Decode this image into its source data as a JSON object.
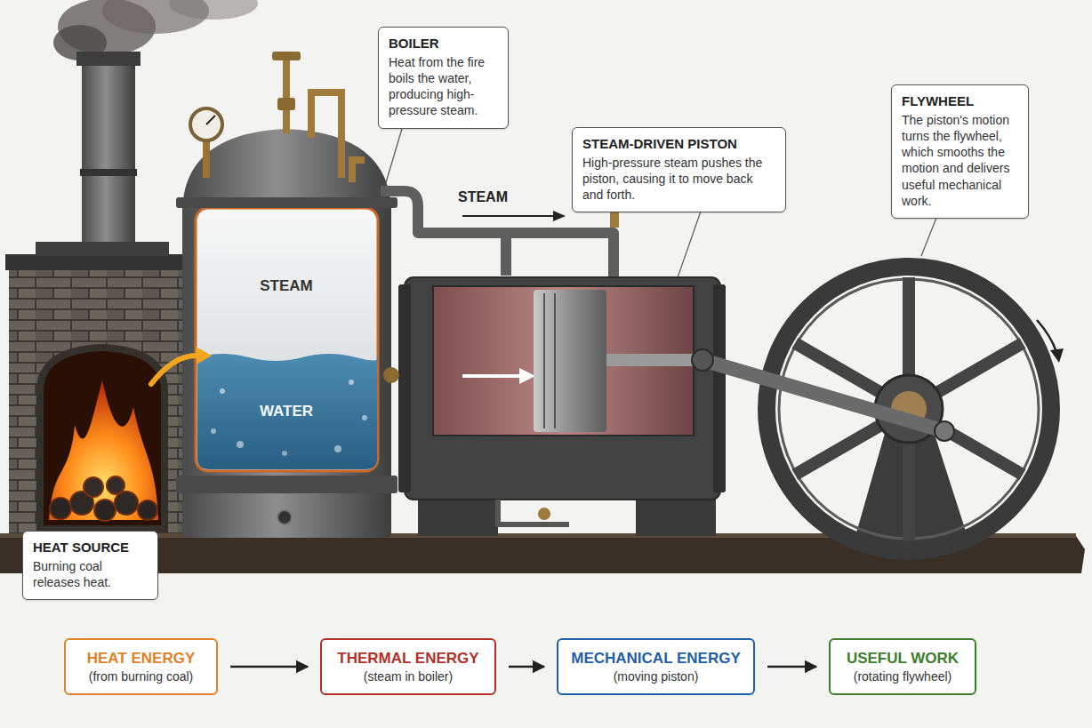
{
  "diagram": {
    "nodes": [
      {
        "text": [
          "BOILER",
          "Heat from the fire boils the water, producing high-pressure steam."
        ]
      },
      {
        "text": [
          "STEAM-DRIVEN PISTON",
          "High-pressure steam pushes the piston, causing it to move back and forth."
        ]
      },
      {
        "text": [
          "FLYWHEEL",
          "The piston's motion turns the flywheel, which smooths the motion and delivers useful mechanical work."
        ]
      },
      {
        "text": [
          "HEAT SOURCE",
          "Burning coal releases heat."
        ]
      },
      {
        "text": [
          "HEAT ENERGY",
          "(from burning coal)"
        ]
      },
      {
        "text": [
          "THERMAL ENERGY",
          "(steam in boiler)"
        ]
      },
      {
        "text": [
          "MECHANICAL ENERGY",
          "(moving piston)"
        ]
      },
      {
        "text": [
          "USEFUL WORK",
          "(rotating flywheel)"
        ]
      }
    ],
    "edges": [
      {
        "from": 4,
        "to": 5,
        "arrow": "to"
      },
      {
        "from": 5,
        "to": 6,
        "arrow": "to"
      },
      {
        "from": 6,
        "to": 7,
        "arrow": "to"
      }
    ],
    "labels": [
      "STEAM",
      "STEAM",
      "WATER"
    ]
  }
}
